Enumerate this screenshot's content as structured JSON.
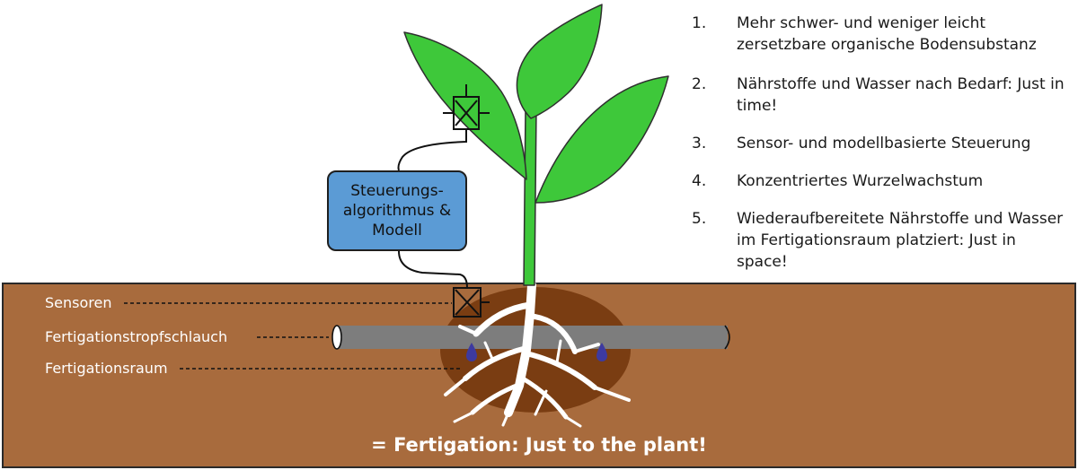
{
  "colors": {
    "soil": "#a86b3d",
    "fertigation_zone": "#7a3d12",
    "plant": "#3ec83a",
    "plant_outline": "#2f2f2f",
    "pipe": "#7d7d7d",
    "controller": "#5b9bd5",
    "droplet": "#3d3aa0"
  },
  "icons": [
    "sensor-icon",
    "droplet-icon"
  ],
  "controller": {
    "line1": "Steuerungs-",
    "line2": "algorithmus &",
    "line3": "Modell"
  },
  "labels": {
    "sensors": "Sensoren",
    "drip_hose": "Fertigationstropfschlauch",
    "zone": "Fertigationsraum"
  },
  "footer": "= Fertigation: Just to the plant!",
  "list": [
    {
      "num": "1.",
      "text": "Mehr schwer- und weniger leicht zersetzbare organische Bodensubstanz"
    },
    {
      "num": "2.",
      "text": "Nährstoffe und Wasser nach Bedarf: Just in time!"
    },
    {
      "num": "3.",
      "text": "Sensor- und modellbasierte Steuerung"
    },
    {
      "num": "4.",
      "text": "Konzentriertes Wurzelwachstum"
    },
    {
      "num": "5.",
      "text": "Wiederaufbereitete Nährstoffe und Wasser im Fertigationsraum platziert: Just in space!"
    }
  ]
}
